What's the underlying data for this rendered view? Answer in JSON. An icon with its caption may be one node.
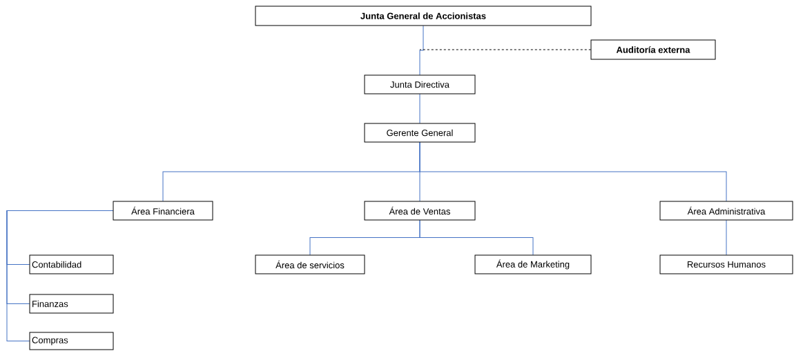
{
  "diagram": {
    "nodes": [
      {
        "text": [
          "Junta General de Accionistas"
        ]
      },
      {
        "text": [
          "Auditoría externa"
        ]
      },
      {
        "text": [
          "Junta Directiva"
        ]
      },
      {
        "text": [
          "Gerente General"
        ]
      },
      {
        "text": [
          "Área Financiera"
        ]
      },
      {
        "text": [
          "Área de Ventas"
        ]
      },
      {
        "text": [
          "Área Administrativa"
        ]
      },
      {
        "text": [
          "Contabilidad"
        ]
      },
      {
        "text": [
          "Finanzas"
        ]
      },
      {
        "text": [
          "Compras"
        ]
      },
      {
        "text": [
          "Área de servicios"
        ]
      },
      {
        "text": [
          "Área de Marketing"
        ]
      },
      {
        "text": [
          "Recursos Humanos"
        ]
      }
    ],
    "edges": [
      {
        "from": 0,
        "to": 2,
        "arrow": "none"
      },
      {
        "from": 1,
        "to": null,
        "arrow": "none",
        "style": "dashed",
        "color": "#000000"
      },
      {
        "from": 2,
        "to": 3,
        "arrow": "none"
      },
      {
        "from": 3,
        "to": 4,
        "arrow": "none"
      },
      {
        "from": 3,
        "to": 5,
        "arrow": "none"
      },
      {
        "from": 3,
        "to": 6,
        "arrow": "none"
      },
      {
        "from": 4,
        "to": 7,
        "arrow": "none"
      },
      {
        "from": 4,
        "to": 8,
        "arrow": "none"
      },
      {
        "from": 4,
        "to": 9,
        "arrow": "none"
      },
      {
        "from": 5,
        "to": 10,
        "arrow": "none"
      },
      {
        "from": 5,
        "to": 11,
        "arrow": "none"
      },
      {
        "from": 6,
        "to": 12,
        "arrow": "none"
      }
    ]
  }
}
